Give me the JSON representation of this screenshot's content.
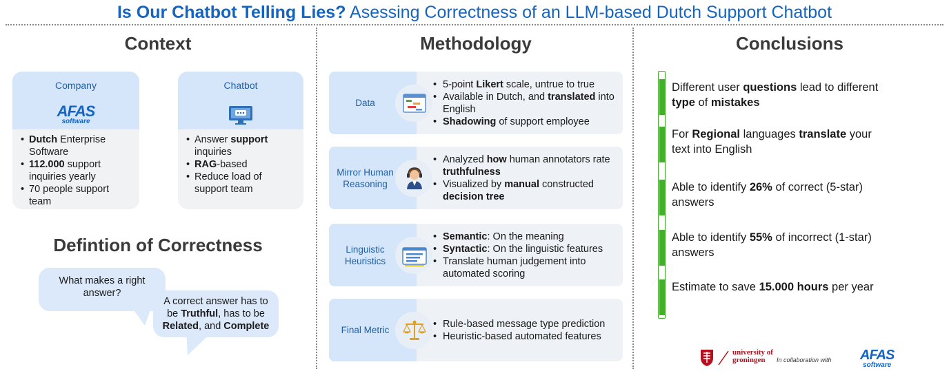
{
  "header": {
    "title_bold": "Is Our Chatbot Telling Lies?",
    "title_rest": " Asessing Correctness of an LLM-based Dutch Support Chatbot"
  },
  "context": {
    "heading": "Context",
    "company_card": {
      "label": "Company",
      "logo_big": "AFAS",
      "logo_small": "software",
      "items": [
        {
          "b": "Dutch",
          "t": " Enterprise Software"
        },
        {
          "b": "112.000",
          "t": " support inquiries yearly"
        },
        {
          "b": "",
          "t": "70 people support team"
        }
      ]
    },
    "chatbot_card": {
      "label": "Chatbot",
      "icon": "chat-monitor-icon",
      "items": [
        {
          "pre": "Answer ",
          "b": "support",
          "post": " inquiries"
        },
        {
          "pre": "",
          "b": "RAG",
          "post": "-based"
        },
        {
          "pre": "Reduce load of support team",
          "b": "",
          "post": ""
        }
      ]
    }
  },
  "definition": {
    "heading": "Defintion of Correctness",
    "question": "What makes a right answer?",
    "answer_parts": {
      "p1": "A correct answer has to be ",
      "b1": "Truthful",
      "p2": ", has to be ",
      "b2": "Related",
      "p3": ", and ",
      "b3": "Complete"
    }
  },
  "methodology": {
    "heading": "Methodology",
    "rows": [
      {
        "label": "Data",
        "icon": "spreadsheet-icon",
        "items": [
          [
            {
              "t": "5-point "
            },
            {
              "b": "Likert"
            },
            {
              "t": " scale, untrue to true"
            }
          ],
          [
            {
              "t": "Available in Dutch, and "
            },
            {
              "b": "translated"
            },
            {
              "t": " into English"
            }
          ],
          [
            {
              "b": "Shadowing"
            },
            {
              "t": " of support employee"
            }
          ]
        ]
      },
      {
        "label": "Mirror Human Reasoning",
        "icon": "support-agent-icon",
        "items": [
          [
            {
              "t": "Analyzed "
            },
            {
              "b": "how"
            },
            {
              "t": " human annotators rate "
            },
            {
              "b": "truthfulness"
            }
          ],
          [
            {
              "t": "Visualized by "
            },
            {
              "b": "manual"
            },
            {
              "t": " constructed "
            },
            {
              "b": "decision tree"
            }
          ]
        ]
      },
      {
        "label": "Linguistic Heuristics",
        "icon": "text-document-icon",
        "items": [
          [
            {
              "b": "Semantic"
            },
            {
              "t": ": On the meaning"
            }
          ],
          [
            {
              "b": "Syntactic"
            },
            {
              "t": ": On the linguistic features"
            }
          ],
          [
            {
              "t": "Translate human judgement into automated scoring"
            }
          ]
        ]
      },
      {
        "label": "Final Metric",
        "icon": "balance-scale-icon",
        "items": [
          [
            {
              "t": "Rule-based message type prediction"
            }
          ],
          [
            {
              "t": "Heuristic-based automated features"
            }
          ]
        ]
      }
    ]
  },
  "conclusions": {
    "heading": "Conclusions",
    "items": [
      [
        {
          "t": "Different user "
        },
        {
          "b": "questions"
        },
        {
          "t": " lead to different "
        },
        {
          "b": "type"
        },
        {
          "t": " of "
        },
        {
          "b": "mistakes"
        }
      ],
      [
        {
          "t": "For "
        },
        {
          "b": "Regional"
        },
        {
          "t": " languages "
        },
        {
          "b": "translate"
        },
        {
          "t": " your text into English"
        }
      ],
      [
        {
          "t": "Able to identify "
        },
        {
          "b": "26%"
        },
        {
          "t": " of correct (5-star) answers"
        }
      ],
      [
        {
          "t": "Able to identify "
        },
        {
          "b": "55%"
        },
        {
          "t": " of incorrect (1-star) answers"
        }
      ],
      [
        {
          "t": "Estimate to save "
        },
        {
          "b": "15.000 hours"
        },
        {
          "t": " per year"
        }
      ]
    ]
  },
  "footer": {
    "university_line1": "university of",
    "university_line2": "groningen",
    "collab_text": "In collaboration with",
    "afas_big": "AFAS",
    "afas_small": "software"
  },
  "colors": {
    "title_blue": "#1565c0",
    "card_blue": "#d5e6fa",
    "accent_green": "#43b02a",
    "rug_red": "#b5101e"
  }
}
